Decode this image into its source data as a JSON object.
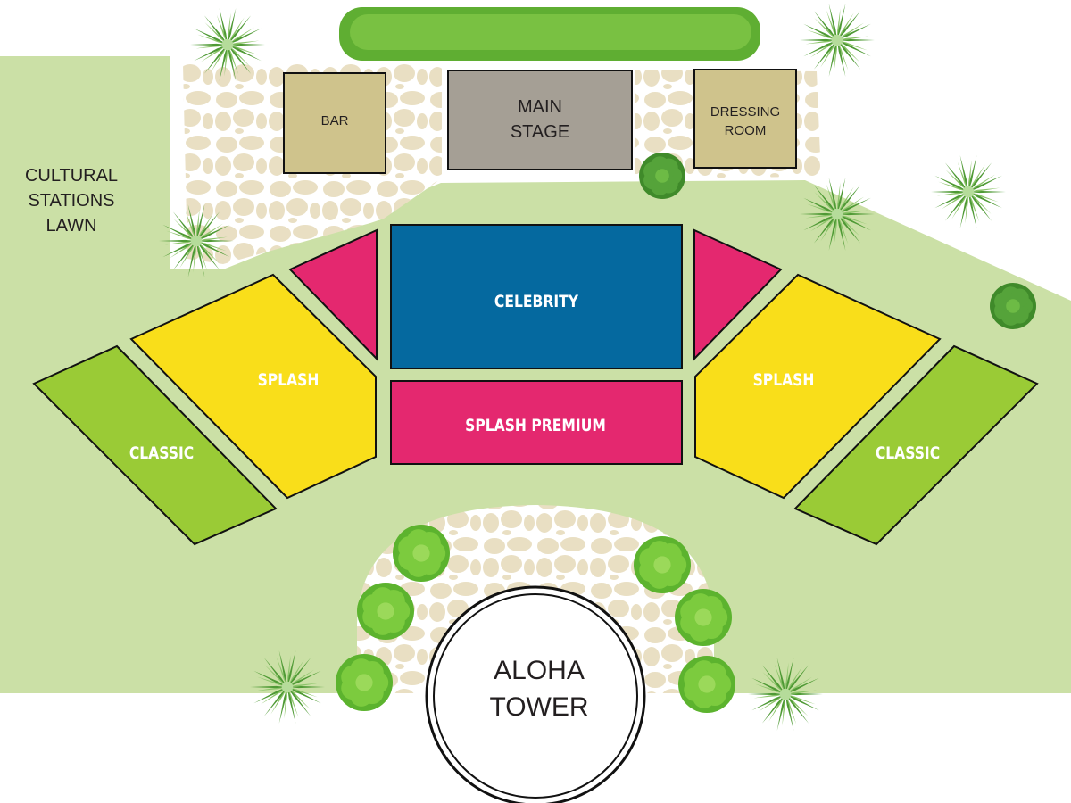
{
  "map": {
    "areas": {
      "cultural_lawn": [
        "CULTURAL",
        "STATIONS",
        "LAWN"
      ],
      "bar": "BAR",
      "main_stage": [
        "MAIN",
        "STAGE"
      ],
      "dressing_room": [
        "DRESSING",
        "ROOM"
      ],
      "aloha_tower": [
        "ALOHA",
        "TOWER"
      ]
    },
    "sections": {
      "celebrity": "CELEBRITY",
      "splash_premium": "SPLASH PREMIUM",
      "splash_left": "SPLASH",
      "splash_right": "SPLASH",
      "classic_left": "CLASSIC",
      "classic_right": "CLASSIC"
    },
    "colors": {
      "lawn": "#cbe0a6",
      "stone": "#e9dfc3",
      "celebrity": "#05699f",
      "premium": "#e4286f",
      "splash": "#f9de1a",
      "classic": "#9acb36",
      "bar": "#cfc38c",
      "stage": "#a59f95"
    }
  }
}
